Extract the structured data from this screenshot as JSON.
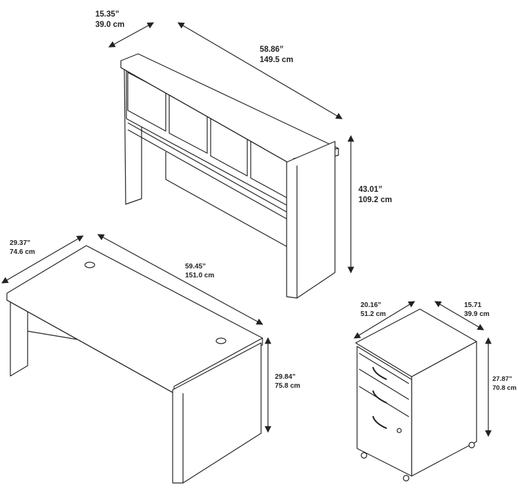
{
  "hutch": {
    "depth": {
      "in": "15.35”",
      "cm": "39.0 cm"
    },
    "width": {
      "in": "58.86”",
      "cm": "149.5 cm"
    },
    "height": {
      "in": "43.01”",
      "cm": "109.2 cm"
    }
  },
  "desk": {
    "depth": {
      "in": "29.37”",
      "cm": "74.6 cm"
    },
    "width": {
      "in": "59.45”",
      "cm": "151.0 cm"
    },
    "height": {
      "in": "29.84”",
      "cm": "75.8 cm"
    }
  },
  "pedestal": {
    "depth": {
      "in": "20.16”",
      "cm": "51.2 cm"
    },
    "width": {
      "in": "15.71",
      "cm": "39.9 cm"
    },
    "height": {
      "in": "27.87”",
      "cm": "70.8 cm"
    }
  },
  "colors": {
    "line": "#222222",
    "fill": "#ffffff"
  }
}
